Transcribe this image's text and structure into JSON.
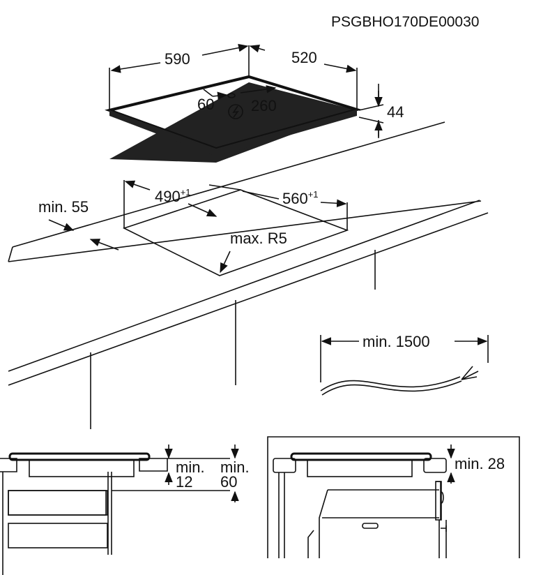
{
  "model_code": "PSGBHO170DE00030",
  "hob": {
    "width": "590",
    "depth": "520",
    "height": "44",
    "connection_left": "60",
    "connection_right": "260",
    "power_symbol": "lightning-icon"
  },
  "cutout": {
    "width": "490",
    "width_tol": "+1",
    "depth": "560",
    "depth_tol": "+1",
    "edge_distance": "min. 55",
    "radius": "max. R5"
  },
  "cable": {
    "length": "min. 1500"
  },
  "install_left": {
    "gap_label_1": "min.",
    "gap_value_1": "12",
    "gap_label_2": "min.",
    "gap_value_2": "60"
  },
  "install_right": {
    "gap": "min. 28"
  }
}
